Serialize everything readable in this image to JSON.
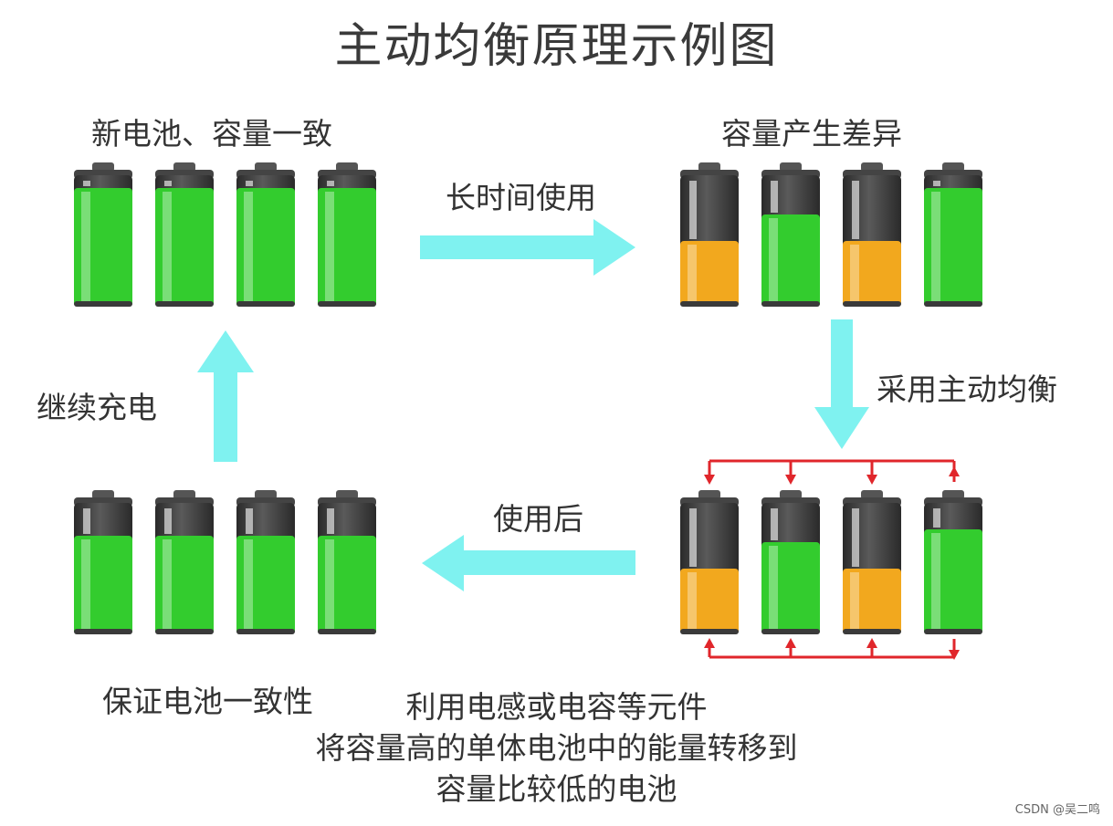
{
  "title": "主动均衡原理示例图",
  "labels": {
    "new_battery": "新电池、容量一致",
    "long_use": "长时间使用",
    "capacity_diff": "容量产生差异",
    "active_balance": "采用主动均衡",
    "after_use": "使用后",
    "continue_charge": "继续充电",
    "keep_consistent": "保证电池一致性"
  },
  "note_lines": [
    "利用电感或电容等元件",
    "将容量高的单体电池中的能量转移到",
    "容量比较低的电池"
  ],
  "watermark": "CSDN @吴二鸣",
  "colors": {
    "green": "#33cc2e",
    "orange": "#f2a81e",
    "dark": "#3b3b3b",
    "arrow": "#7ff2f0",
    "balance_line": "#e0262b"
  },
  "battery_groups": {
    "top_left": [
      {
        "level": 0.9,
        "color": "green"
      },
      {
        "level": 0.9,
        "color": "green"
      },
      {
        "level": 0.9,
        "color": "green"
      },
      {
        "level": 0.9,
        "color": "green"
      }
    ],
    "top_right": [
      {
        "level": 0.5,
        "color": "orange"
      },
      {
        "level": 0.7,
        "color": "green"
      },
      {
        "level": 0.5,
        "color": "orange"
      },
      {
        "level": 0.9,
        "color": "green"
      }
    ],
    "bottom_right": [
      {
        "level": 0.5,
        "color": "orange"
      },
      {
        "level": 0.7,
        "color": "green"
      },
      {
        "level": 0.5,
        "color": "orange"
      },
      {
        "level": 0.8,
        "color": "green"
      }
    ],
    "bottom_left": [
      {
        "level": 0.75,
        "color": "green"
      },
      {
        "level": 0.75,
        "color": "green"
      },
      {
        "level": 0.75,
        "color": "green"
      },
      {
        "level": 0.75,
        "color": "green"
      }
    ]
  }
}
